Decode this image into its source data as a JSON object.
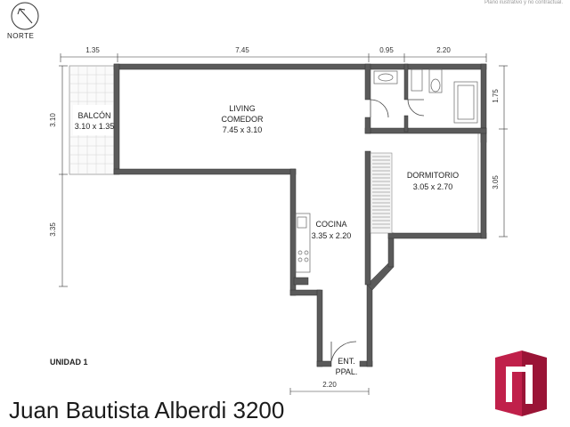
{
  "header": {
    "north_label": "NORTE",
    "top_note": "Plano ilustrativo y no contractual."
  },
  "dimensions": {
    "top": [
      "1.35",
      "7.45",
      "0.95",
      "2.20"
    ],
    "left": [
      "3.10",
      "3.35"
    ],
    "right": [
      "1.75",
      "3.05"
    ],
    "bottom": "2.20"
  },
  "rooms": {
    "balcon": {
      "name": "BALCÓN",
      "size": "3.10 x 1.35"
    },
    "living": {
      "name_line1": "LIVING",
      "name_line2": "COMEDOR",
      "size": "7.45 x 3.10"
    },
    "dormitorio": {
      "name": "DORMITORIO",
      "size": "3.05 x 2.70"
    },
    "cocina": {
      "name": "COCINA",
      "size": "3.35 x 2.20"
    },
    "entrada": {
      "line1": "ENT.",
      "line2": "PPAL."
    }
  },
  "footer": {
    "unit_label": "UNIDAD 1",
    "address": "Juan Bautista Alberdi 3200"
  },
  "colors": {
    "wall": "#5a5a5a",
    "wall_outline": "#333333",
    "logo": "#c0204a"
  }
}
